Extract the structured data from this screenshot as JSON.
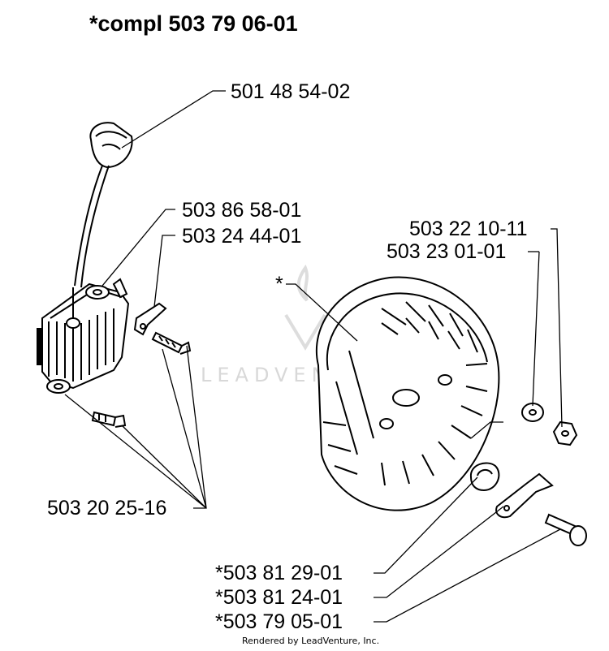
{
  "title": "*compl 503 79 06-01",
  "watermark": "LEADVENTURE",
  "footer": "Rendered by LeadVenture, Inc.",
  "labels": {
    "spark_cap": "501 48 54-02",
    "ignition_module": "503 86 58-01",
    "ground_bracket": "503 24 44-01",
    "module_screws": "503 20 25-16",
    "washer": "503 22 10-11",
    "nut": "503 23 01-01",
    "flywheel": "*",
    "spring": "*503 81 29-01",
    "pawl": "*503 81 24-01",
    "pawl_pin": "*503 79 05-01"
  },
  "colors": {
    "line": "#000000",
    "watermark": "#d8d8d8"
  }
}
